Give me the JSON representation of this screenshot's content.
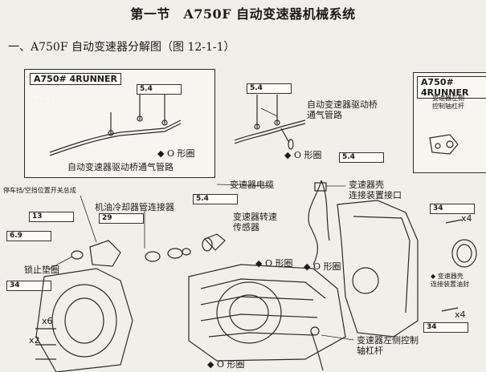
{
  "heading": {
    "title": "第一节　A750F 自动变速器机械系统"
  },
  "section": {
    "subtitle": "一、A750F 自动变速器分解图（图 12-1-1）"
  },
  "inset_boxes": [
    {
      "title": "A750# 4RUNNER"
    },
    {
      "title": "A750# 4RUNNER"
    }
  ],
  "torque_tags": {
    "t1": "5.4",
    "t2": "5.4",
    "t3": "5.4",
    "t4": "5.4",
    "t5": "13",
    "t6": "29",
    "t7": "6.9",
    "t8": "34",
    "t9": "34",
    "t10": "34"
  },
  "labels": {
    "breather_right": "自动变速器驱动桥\n通气管路",
    "breather_bottom": "自动变速器驱动桥通气管路",
    "oring_1": "◆ O 形圈",
    "oring_2": "◆ O 形圈",
    "oring_3": "◆ O 形圈",
    "oring_4": "◆ O 形圈",
    "oring_5": "◆ O 形圈",
    "wire": "变速器电缆",
    "case_connector": "变速器壳\n连接装置接口",
    "park_switch": "停车挡/空挡位置开关总成",
    "cooler_union": "机油冷却器管连接器",
    "speed_sensor": "变速器转速\n传感器",
    "lock_washer": "锁止垫圈",
    "left_lever_right_box": "变速器左侧\n控制轴杠杆",
    "left_lever_bottom": "变速器左侧控制\n轴杠杆",
    "case_conn_small": "◆ 变速器壳\n连接装置油封",
    "x4_a": "x4",
    "x4_b": "x4",
    "x6": "x6",
    "x2": "x2"
  }
}
